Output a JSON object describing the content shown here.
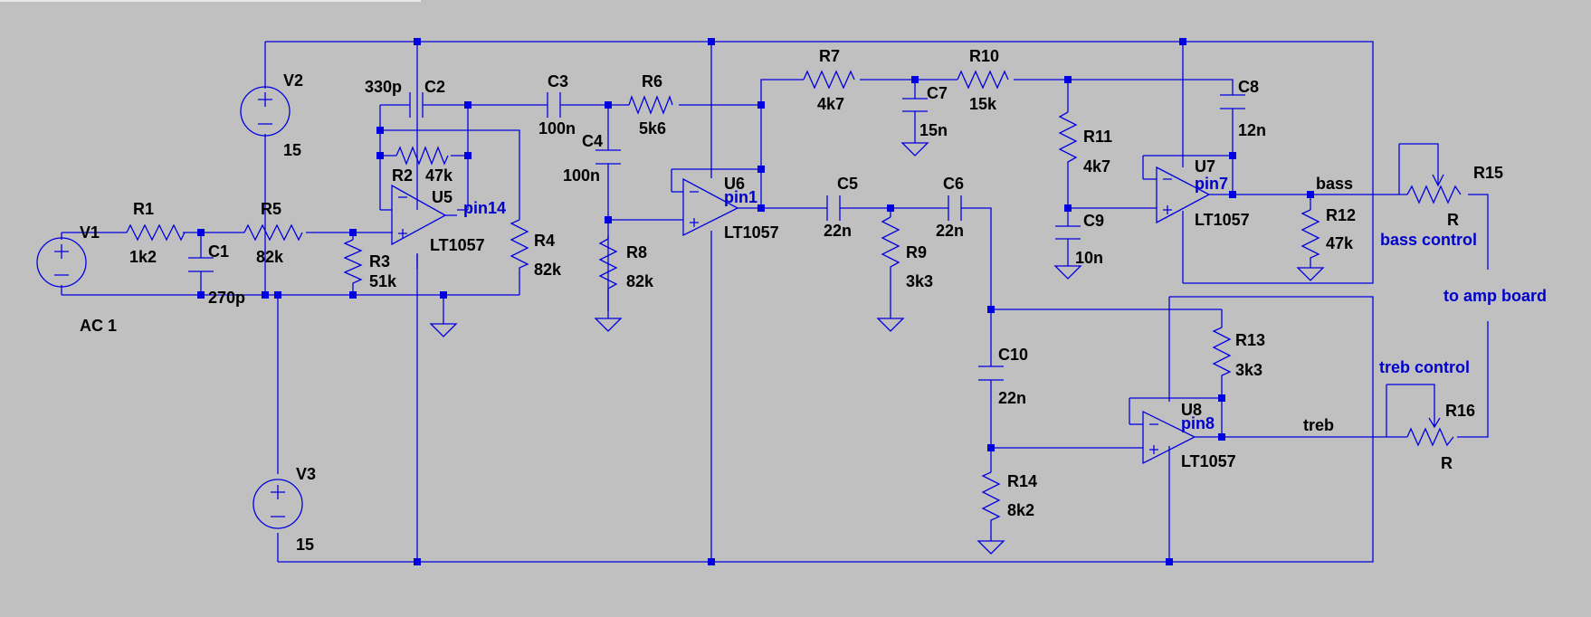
{
  "components": {
    "V1": {
      "ref": "V1",
      "value": "AC 1"
    },
    "V2": {
      "ref": "V2",
      "value": "15"
    },
    "V3": {
      "ref": "V3",
      "value": "15"
    },
    "R1": {
      "ref": "R1",
      "value": "1k2"
    },
    "R2": {
      "ref": "R2",
      "value": "47k"
    },
    "R3": {
      "ref": "R3",
      "value": "51k"
    },
    "R4": {
      "ref": "R4",
      "value": "82k"
    },
    "R5": {
      "ref": "R5",
      "value": "82k"
    },
    "R6": {
      "ref": "R6",
      "value": "5k6"
    },
    "R7": {
      "ref": "R7",
      "value": "4k7"
    },
    "R8": {
      "ref": "R8",
      "value": "82k"
    },
    "R9": {
      "ref": "R9",
      "value": "3k3"
    },
    "R10": {
      "ref": "R10",
      "value": "15k"
    },
    "R11": {
      "ref": "R11",
      "value": "4k7"
    },
    "R12": {
      "ref": "R12",
      "value": "47k"
    },
    "R13": {
      "ref": "R13",
      "value": "3k3"
    },
    "R14": {
      "ref": "R14",
      "value": "8k2"
    },
    "R15": {
      "ref": "R15",
      "value": "R"
    },
    "R16": {
      "ref": "R16",
      "value": "R"
    },
    "C1": {
      "ref": "C1",
      "value": "270p"
    },
    "C2": {
      "ref": "C2",
      "value": "330p"
    },
    "C3": {
      "ref": "C3",
      "value": "100n"
    },
    "C4": {
      "ref": "C4",
      "value": "100n"
    },
    "C5": {
      "ref": "C5",
      "value": "22n"
    },
    "C6": {
      "ref": "C6",
      "value": "22n"
    },
    "C7": {
      "ref": "C7",
      "value": "15n"
    },
    "C8": {
      "ref": "C8",
      "value": "12n"
    },
    "C9": {
      "ref": "C9",
      "value": "10n"
    },
    "C10": {
      "ref": "C10",
      "value": "22n"
    },
    "U5": {
      "ref": "U5",
      "value": "LT1057"
    },
    "U6": {
      "ref": "U6",
      "value": "LT1057"
    },
    "U7": {
      "ref": "U7",
      "value": "LT1057"
    },
    "U8": {
      "ref": "U8",
      "value": "LT1057"
    }
  },
  "nets": {
    "pin14": "pin14",
    "pin1": "pin1",
    "pin7": "pin7",
    "pin8": "pin8",
    "bass": "bass",
    "treb": "treb"
  },
  "comments": {
    "bass_control": "bass control",
    "to_amp_board": "to amp board",
    "treb_control": "treb control"
  },
  "colors": {
    "background": "#c0c0c0",
    "wire": "#0000e0",
    "label": "#000000",
    "net_label": "#0000cc"
  }
}
